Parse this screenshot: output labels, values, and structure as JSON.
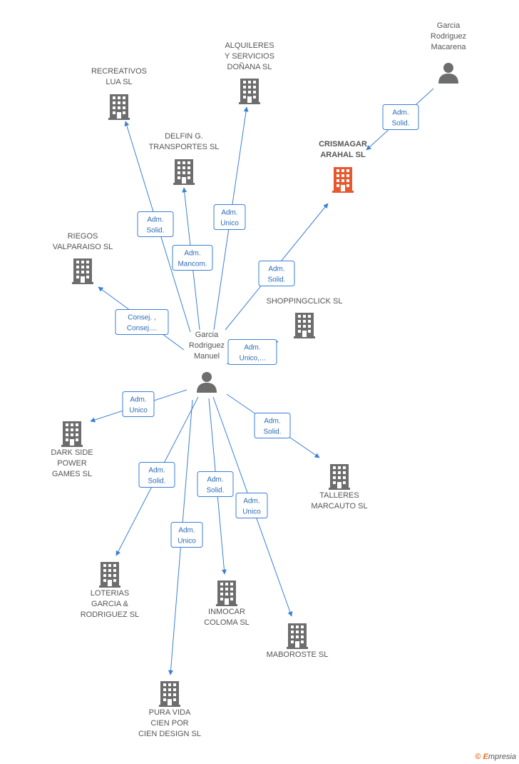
{
  "colors": {
    "edge": "#3a7fd5",
    "icon": "#6d6d6d",
    "highlight": "#e8582e",
    "label_border": "#3a7fd5",
    "label_text": "#2a6ab8"
  },
  "center_person": {
    "label_lines": [
      "Garcia",
      "Rodriguez",
      "Manuel"
    ],
    "icon": "person-icon"
  },
  "other_person": {
    "label_lines": [
      "Garcia",
      "Rodriguez",
      "Macarena"
    ],
    "icon": "person-icon"
  },
  "companies": [
    {
      "id": "recreativos",
      "label_lines": [
        "RECREATIVOS",
        "LUA SL"
      ],
      "icon": "building-icon"
    },
    {
      "id": "alquileres",
      "label_lines": [
        "ALQUILERES",
        "Y SERVICIOS",
        "DOÑANA SL"
      ],
      "icon": "building-icon"
    },
    {
      "id": "delfin",
      "label_lines": [
        "DELFIN G.",
        "TRANSPORTES SL"
      ],
      "icon": "building-icon"
    },
    {
      "id": "crismagar",
      "label_lines": [
        "CRISMAGAR",
        "ARAHAL SL"
      ],
      "icon": "building-icon",
      "highlight": true
    },
    {
      "id": "riegos",
      "label_lines": [
        "RIEGOS",
        "VALPARAISO SL"
      ],
      "icon": "building-icon"
    },
    {
      "id": "shoppingclick",
      "label_lines": [
        "SHOPPINGCLICK SL"
      ],
      "icon": "building-icon"
    },
    {
      "id": "darkside",
      "label_lines": [
        "DARK SIDE",
        "POWER",
        "GAMES  SL"
      ],
      "icon": "building-icon"
    },
    {
      "id": "talleres",
      "label_lines": [
        "TALLERES",
        "MARCAUTO SL"
      ],
      "icon": "building-icon"
    },
    {
      "id": "loterias",
      "label_lines": [
        "LOTERIAS",
        "GARCIA &",
        "RODRIGUEZ SL"
      ],
      "icon": "building-icon"
    },
    {
      "id": "inmocar",
      "label_lines": [
        "INMOCAR",
        "COLOMA SL"
      ],
      "icon": "building-icon"
    },
    {
      "id": "maboroste",
      "label_lines": [
        "MABOROSTE SL"
      ],
      "icon": "building-icon"
    },
    {
      "id": "puravida",
      "label_lines": [
        "PURA VIDA",
        "CIEN POR",
        "CIEN DESIGN SL"
      ],
      "icon": "building-icon"
    }
  ],
  "relations": [
    {
      "from": "manuel",
      "to": "recreativos",
      "label_lines": [
        "Adm.",
        "Solid."
      ]
    },
    {
      "from": "manuel",
      "to": "delfin",
      "label_lines": [
        "Adm.",
        "Mancom."
      ]
    },
    {
      "from": "manuel",
      "to": "alquileres",
      "label_lines": [
        "Adm.",
        "Unico"
      ]
    },
    {
      "from": "manuel",
      "to": "crismagar",
      "label_lines": [
        "Adm.",
        "Solid."
      ]
    },
    {
      "from": "macarena",
      "to": "crismagar",
      "label_lines": [
        "Adm.",
        "Solid."
      ]
    },
    {
      "from": "manuel",
      "to": "riegos",
      "label_lines": [
        "Consej. ,",
        "Consej...."
      ]
    },
    {
      "from": "manuel",
      "to": "shoppingclick",
      "label_lines": [
        "Adm.",
        "Unico,..."
      ]
    },
    {
      "from": "manuel",
      "to": "darkside",
      "label_lines": [
        "Adm.",
        "Unico"
      ]
    },
    {
      "from": "manuel",
      "to": "talleres",
      "label_lines": [
        "Adm.",
        "Solid."
      ]
    },
    {
      "from": "manuel",
      "to": "loterias",
      "label_lines": [
        "Adm.",
        "Solid."
      ]
    },
    {
      "from": "manuel",
      "to": "inmocar",
      "label_lines": [
        "Adm.",
        "Solid."
      ]
    },
    {
      "from": "manuel",
      "to": "maboroste",
      "label_lines": [
        "Adm.",
        "Unico"
      ]
    },
    {
      "from": "manuel",
      "to": "puravida",
      "label_lines": [
        "Adm.",
        "Unico"
      ]
    }
  ],
  "footer": {
    "copyright_symbol": "©",
    "brand_initial": "E",
    "brand_rest": "mpresia"
  }
}
